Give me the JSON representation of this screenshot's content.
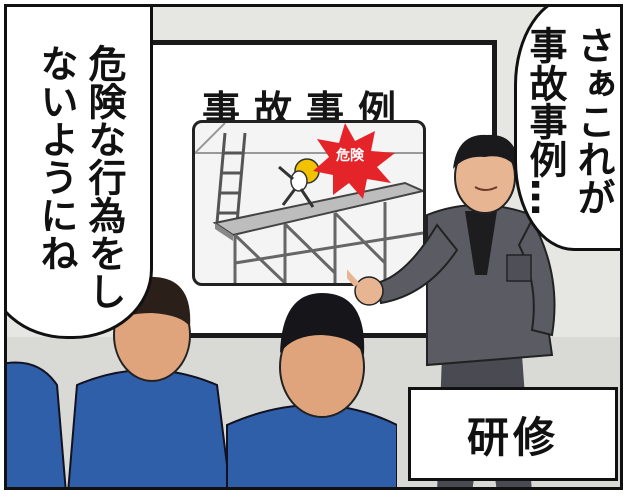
{
  "board": {
    "title": "事故事例",
    "danger_label": "危険"
  },
  "bubble_left": {
    "text": "危険な行為をしないようにね"
  },
  "bubble_right": {
    "text": "さぁこれが事故事例…"
  },
  "caption": {
    "text": "研修"
  },
  "colors": {
    "uniform_blue": "#2f5fa8",
    "instructor_gray": "#5a5b63",
    "danger_red": "#e5242a",
    "helmet_yellow": "#f2c200"
  }
}
